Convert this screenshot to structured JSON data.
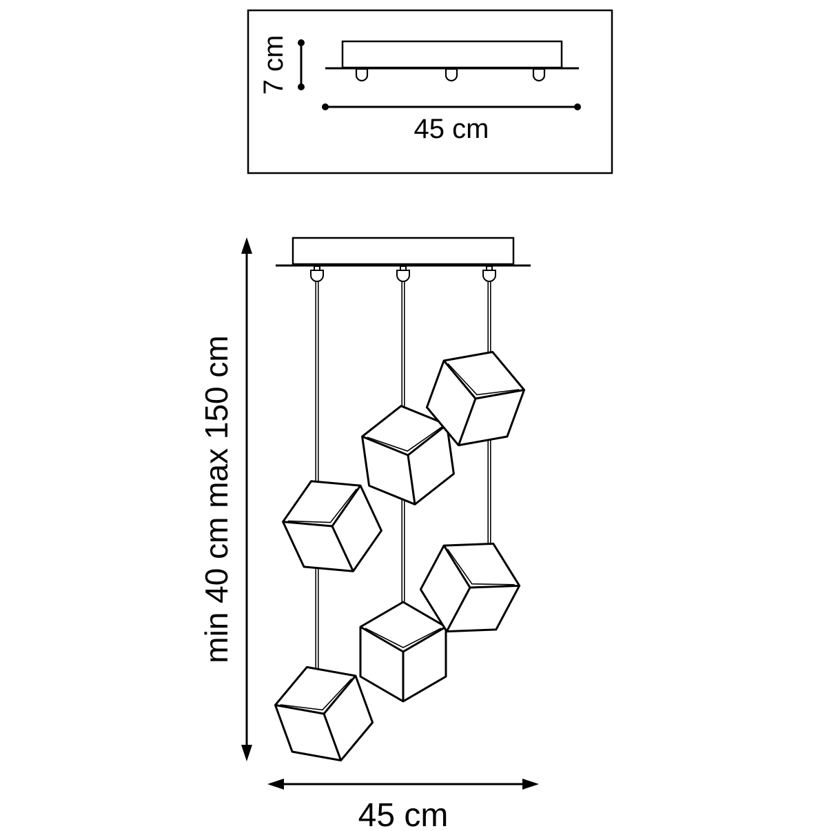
{
  "diagram": {
    "type": "pendant-lamp-dimension-drawing",
    "inset": {
      "height_label": "7 cm",
      "width_label": "45 cm"
    },
    "main": {
      "drop_label": "min 40 cm max 150 cm",
      "width_label": "45 cm"
    },
    "colors": {
      "line": "#000000",
      "background": "#ffffff"
    }
  }
}
